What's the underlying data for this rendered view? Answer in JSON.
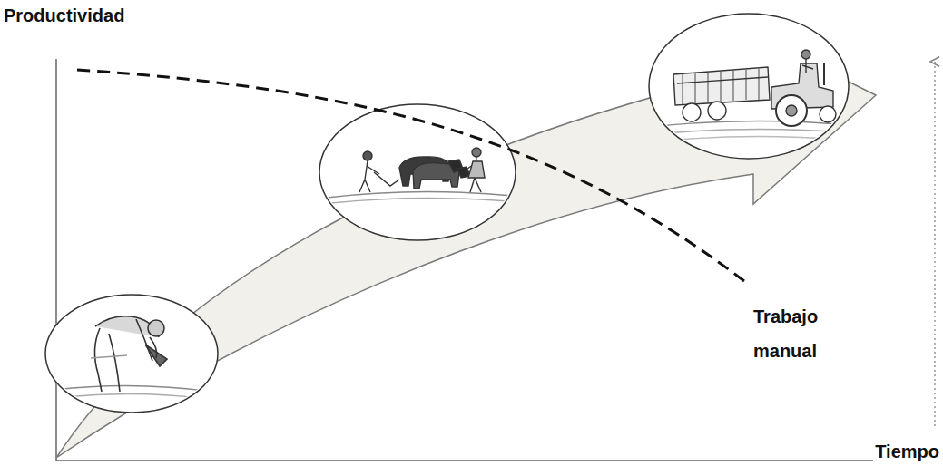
{
  "diagram": {
    "labels": [
      "Productividad",
      "Trabajo manual",
      "Tiempo"
    ]
  }
}
